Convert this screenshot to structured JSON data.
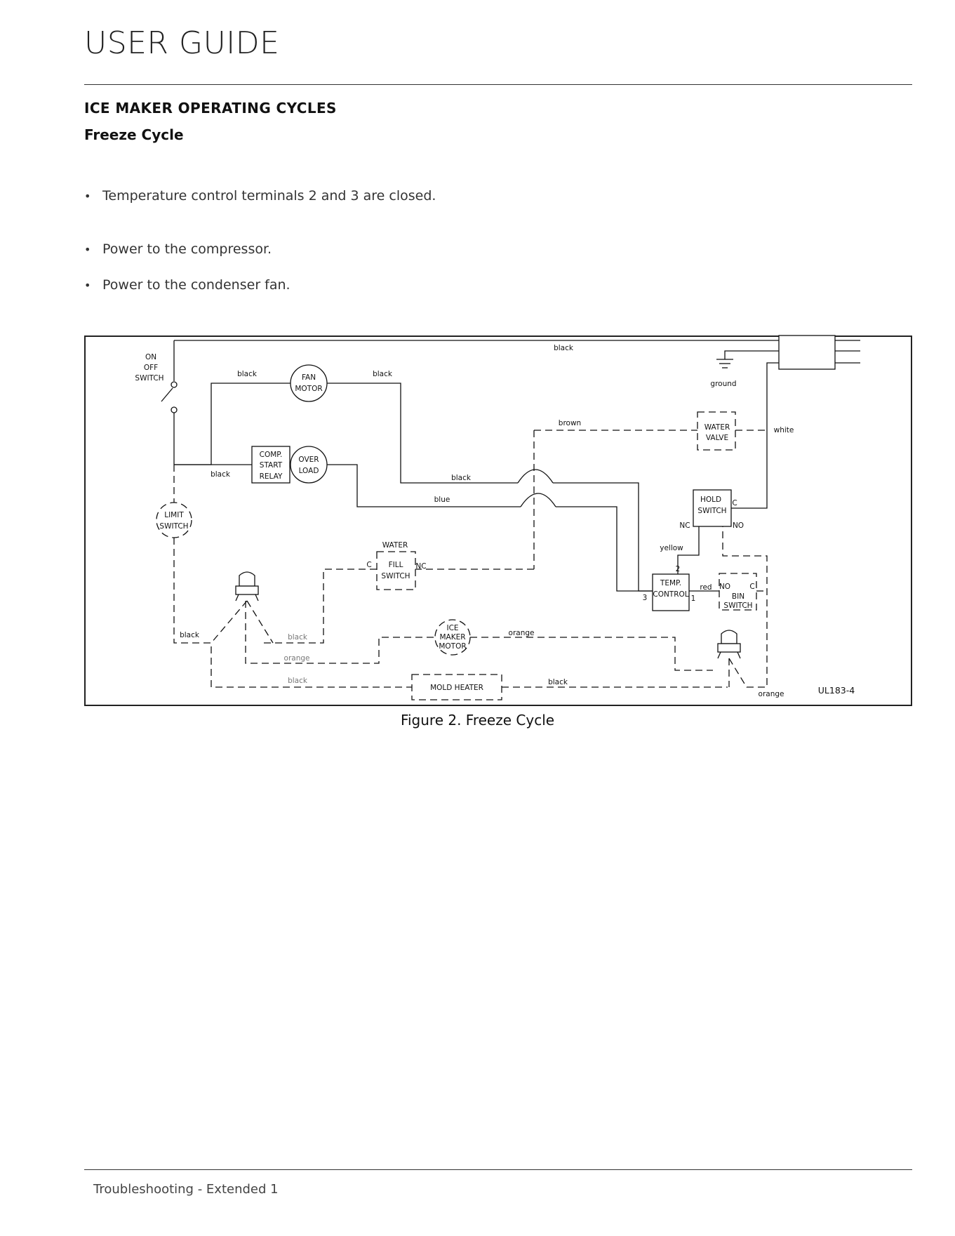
{
  "header": {
    "title": "USER GUIDE"
  },
  "section": {
    "title": "ICE MAKER OPERATING CYCLES",
    "subtitle": "Freeze Cycle"
  },
  "bullets": [
    "Temperature control terminals 2 and 3 are closed.",
    "Power to the compressor.",
    "Power to the condenser fan."
  ],
  "bullet_symbol": "•",
  "diagram": {
    "components": {
      "on_off_switch": [
        "ON",
        "OFF",
        "SWITCH"
      ],
      "fan_motor": [
        "FAN",
        "MOTOR"
      ],
      "comp_start_relay": [
        "COMP.",
        "START",
        "RELAY"
      ],
      "overload": [
        "OVER",
        "LOAD"
      ],
      "limit_switch": [
        "LIMIT",
        "SWITCH"
      ],
      "water_fill_switch_title": "WATER",
      "water_fill_switch": [
        "FILL",
        "SWITCH"
      ],
      "ice_maker_motor": [
        "ICE",
        "MAKER",
        "MOTOR"
      ],
      "mold_heater": "MOLD HEATER",
      "water_valve": [
        "WATER",
        "VALVE"
      ],
      "hold_switch": [
        "HOLD",
        "SWITCH"
      ],
      "temp_control": [
        "TEMP.",
        "CONTROL"
      ],
      "bin_switch": [
        "BIN",
        "SWITCH"
      ]
    },
    "terminals": {
      "fill_c": "C",
      "fill_nc": "NC",
      "hold_c": "C",
      "hold_nc": "NC",
      "hold_no": "NO",
      "temp_2": "2",
      "temp_3": "3",
      "temp_1": "1",
      "bin_no": "NO",
      "bin_c": "C"
    },
    "wire_labels": {
      "top": "black",
      "fan_left": "black",
      "fan_right": "black",
      "relay_left": "black",
      "mid_black": "black",
      "blue": "blue",
      "brown": "brown",
      "white": "white",
      "yellow": "yellow",
      "red": "red",
      "ground": "ground",
      "limit_bottom": "black",
      "thermo_black": "black",
      "orange_low": "orange",
      "black_low": "black",
      "orange_motor": "orange",
      "heater_right": "black",
      "orange_corner": "orange"
    },
    "figure_id": "UL183-4"
  },
  "caption": "Figure 2. Freeze Cycle",
  "footer": {
    "text": "Troubleshooting - Extended 1"
  }
}
